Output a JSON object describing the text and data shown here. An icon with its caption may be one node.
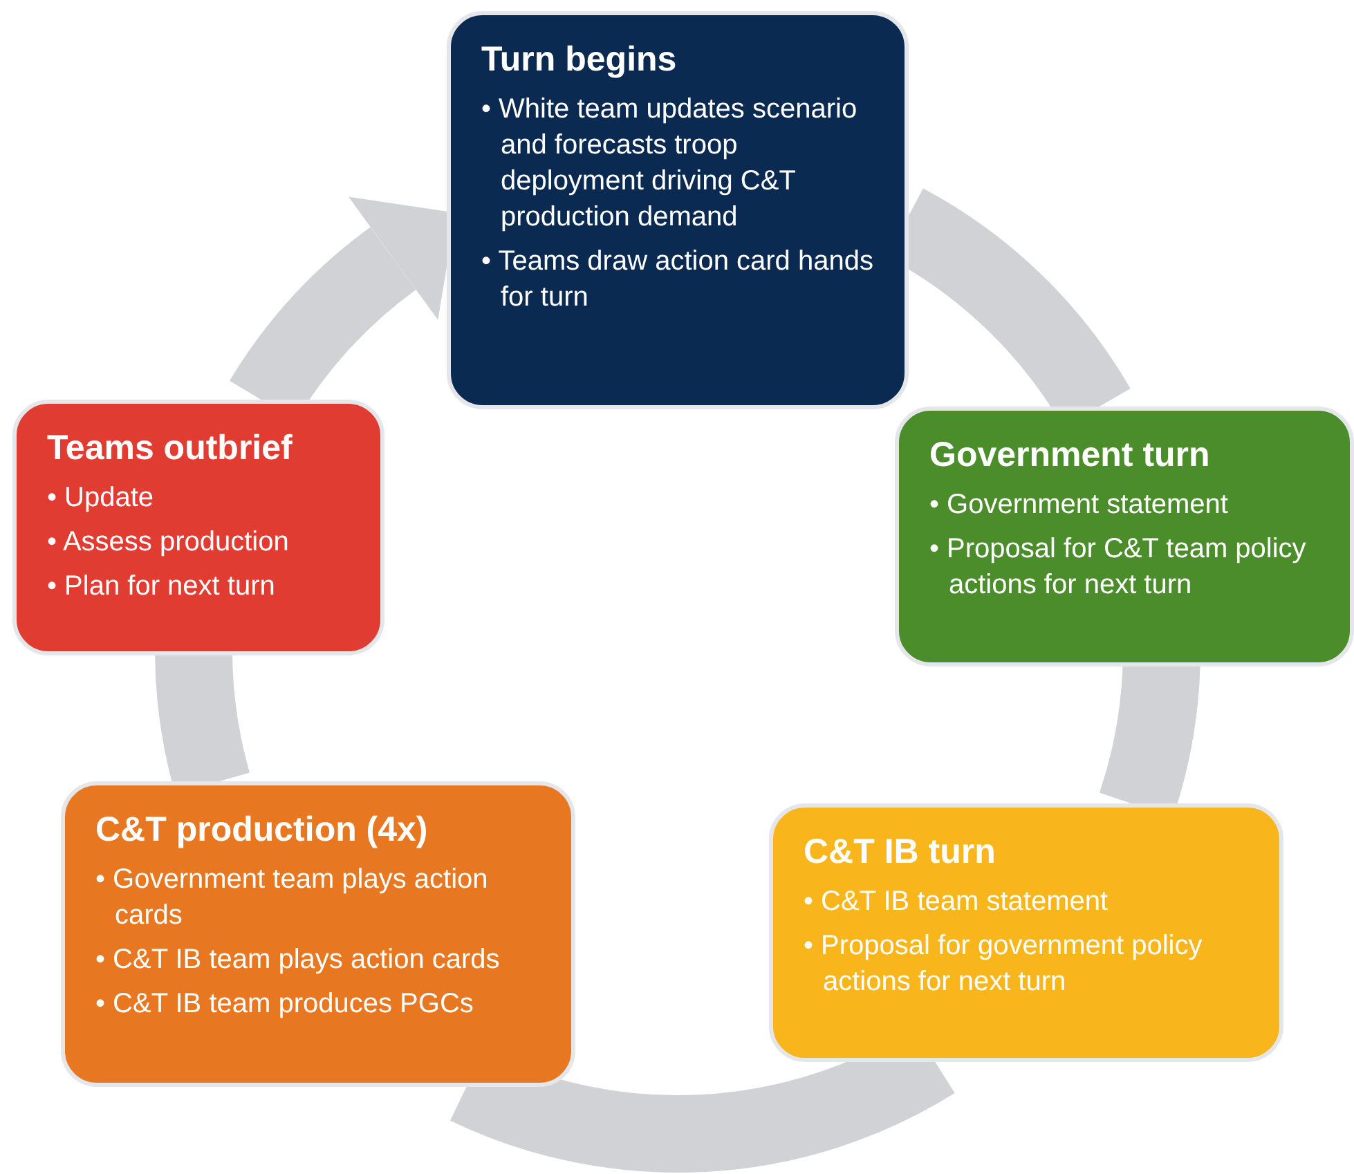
{
  "diagram": {
    "nodes": [
      {
        "text": [
          "Turn begins",
          "• White team updates scenario and forecasts troop deployment driving C&T production demand",
          "• Teams draw action card hands for turn"
        ]
      },
      {
        "text": [
          "Government turn",
          "• Government statement",
          "• Proposal for C&T team policy actions for next turn"
        ]
      },
      {
        "text": [
          "C&T IB turn",
          "• C&T IB team statement",
          "• Proposal for government policy actions for next turn"
        ]
      },
      {
        "text": [
          "C&T production (4x)",
          "• Government team plays action cards",
          "• C&T IB team plays action cards",
          "• C&T IB team produces PGCs"
        ]
      },
      {
        "text": [
          "Teams outbrief",
          "• Update",
          "• Assess production",
          "• Plan for next turn"
        ]
      }
    ],
    "edges": [
      {
        "from": 0,
        "to": 1,
        "arrow": "none"
      },
      {
        "from": 1,
        "to": 2,
        "arrow": "none"
      },
      {
        "from": 2,
        "to": 3,
        "arrow": "none"
      },
      {
        "from": 3,
        "to": 4,
        "arrow": "none"
      },
      {
        "from": 4,
        "to": 0,
        "arrow": "to"
      }
    ]
  }
}
